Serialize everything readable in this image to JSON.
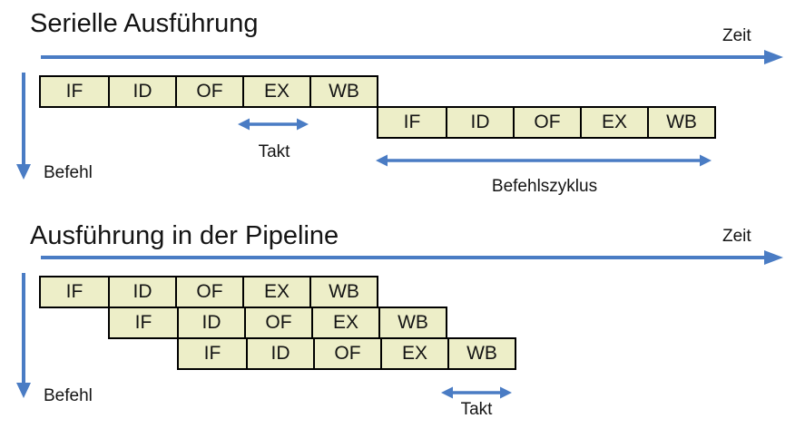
{
  "colors": {
    "accent_blue": "#4A7CC4",
    "box_fill": "#EDEEC8",
    "box_border": "#000000",
    "background": "#FFFFFF",
    "text": "#141414"
  },
  "serial_section": {
    "title": "Serielle Ausführung",
    "time_axis_label": "Zeit",
    "instruction_axis_label": "Befehl",
    "clock_label": "Takt",
    "instruction_cycle_label": "Befehlszyklus",
    "rows": [
      [
        "IF",
        "ID",
        "OF",
        "EX",
        "WB"
      ],
      [
        "IF",
        "ID",
        "OF",
        "EX",
        "WB"
      ]
    ]
  },
  "pipeline_section": {
    "title": "Ausführung in der Pipeline",
    "time_axis_label": "Zeit",
    "instruction_axis_label": "Befehl",
    "clock_label": "Takt",
    "rows": [
      [
        "IF",
        "ID",
        "OF",
        "EX",
        "WB"
      ],
      [
        "IF",
        "ID",
        "OF",
        "EX",
        "WB"
      ],
      [
        "IF",
        "ID",
        "OF",
        "EX",
        "WB"
      ]
    ]
  }
}
